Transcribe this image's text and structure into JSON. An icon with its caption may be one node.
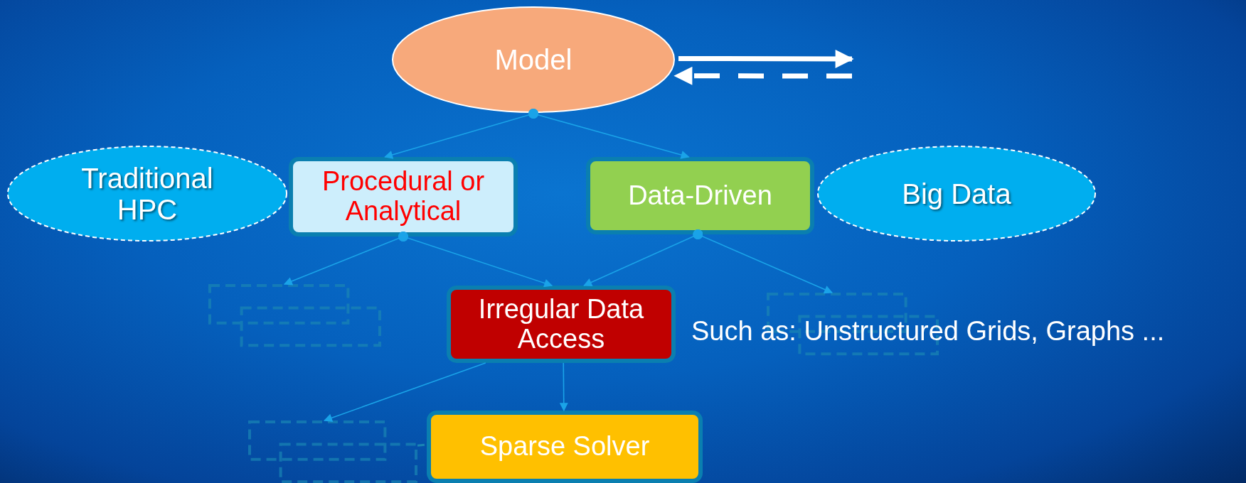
{
  "diagram": {
    "nodes": [
      {
        "text": [
          "Model"
        ]
      },
      {
        "text": [
          "Traditional HPC"
        ]
      },
      {
        "text": [
          "Procedural or Analytical"
        ]
      },
      {
        "text": [
          "Data-Driven"
        ]
      },
      {
        "text": [
          "Big Data"
        ]
      },
      {
        "text": [],
        "shape": "box"
      },
      {
        "text": [
          "Irregular Data Access"
        ]
      },
      {
        "text": [],
        "shape": "box"
      },
      {
        "text": [],
        "shape": "box"
      },
      {
        "text": [
          "Sparse Solver"
        ]
      }
    ],
    "edges": [
      {
        "from": 0,
        "to": 2,
        "arrow": "to"
      },
      {
        "from": 0,
        "to": 3,
        "arrow": "to"
      },
      {
        "from": 2,
        "to": 5,
        "arrow": "to"
      },
      {
        "from": 2,
        "to": 6,
        "arrow": "to"
      },
      {
        "from": 3,
        "to": 6,
        "arrow": "to"
      },
      {
        "from": 3,
        "to": 7,
        "arrow": "to"
      },
      {
        "from": 6,
        "to": 8,
        "arrow": "to"
      },
      {
        "from": 6,
        "to": 9,
        "arrow": "to"
      },
      {
        "from": 8,
        "to": 9,
        "arrow": "none",
        "style": "dashed",
        "color": "#1a86b4"
      },
      {
        "from": 0,
        "to": null,
        "arrow": "to",
        "style": "thick",
        "color": "#ffffff"
      },
      {
        "from": null,
        "to": 0,
        "arrow": "to",
        "style": "dashed",
        "color": "#ffffff"
      }
    ],
    "labels": [
      "Such as: Unstructured Grids, Graphs ..."
    ]
  }
}
